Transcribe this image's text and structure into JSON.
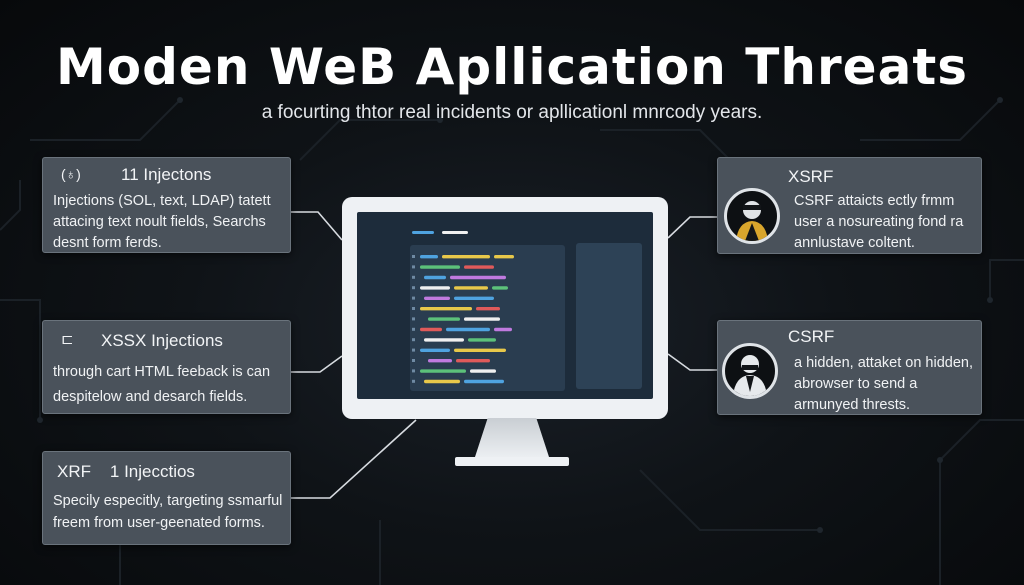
{
  "title": "Moden WeB Apllication Threats",
  "subtitle": "a focurting thtor real incidents or apllicationl mnrcody years.",
  "left_cards": [
    {
      "icon": "mask-icon",
      "icon_glyph": "(♁)",
      "heading": "11 Injectons",
      "lines": [
        "Injections (SOL, text, LDAP) tatett",
        "attacing text noult fields, Searchs",
        "desnt form ferds."
      ]
    },
    {
      "icon": "code-window-icon",
      "icon_glyph": "⊏",
      "heading": "XSSX Injections",
      "lines": [
        "through cart HTML feeback is can",
        "despitelow and desarch fields."
      ]
    },
    {
      "icon": "",
      "icon_glyph": "",
      "heading": "XRF    1 Injecctios",
      "lines": [
        "Specily especitly, targeting ssmarful",
        "freem from user-geenated forms."
      ]
    }
  ],
  "right_cards": [
    {
      "avatar": "hacker-avatar-icon",
      "heading": "XSRF",
      "lines": [
        "CSRF attaicts ectly frmm",
        "user a nosureating fond ra",
        "annlustave coltent."
      ]
    },
    {
      "avatar": "attacker-avatar-icon",
      "heading": "CSRF",
      "lines": [
        "a hidden, attaket on hidden,",
        "abrowser to send a",
        "armunyed thrests."
      ]
    }
  ],
  "colors": {
    "code": [
      "#4fa3e0",
      "#e8c84a",
      "#5cc17a",
      "#e05a5a",
      "#c07adf",
      "#f0f0f0"
    ],
    "accent_screen": "#1d2c3b",
    "card_bg": "#4a525b"
  }
}
